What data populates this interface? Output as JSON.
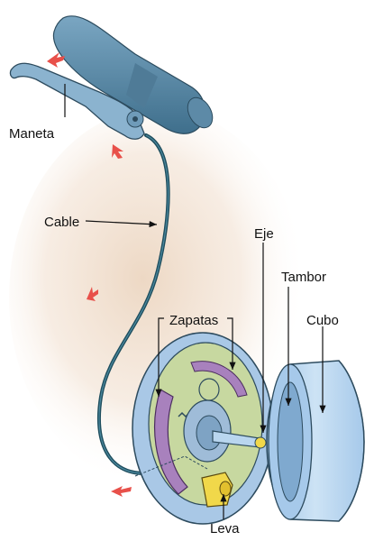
{
  "labels": {
    "maneta": "Maneta",
    "cable": "Cable",
    "eje": "Eje",
    "tambor": "Tambor",
    "zapatas": "Zapatas",
    "cubo": "Cubo",
    "leva": "Leva"
  },
  "colors": {
    "grip": "#5e8fad",
    "lever": "#7ea9c6",
    "cable": "#1f4e5e",
    "arrow_red": "#e8504a",
    "shoe_purple": "#a881bd",
    "plate_green": "#c7d8a0",
    "plate_blue": "#a9c8e6",
    "hub": "#b9d6ef",
    "cam_yellow": "#f1d84a"
  }
}
